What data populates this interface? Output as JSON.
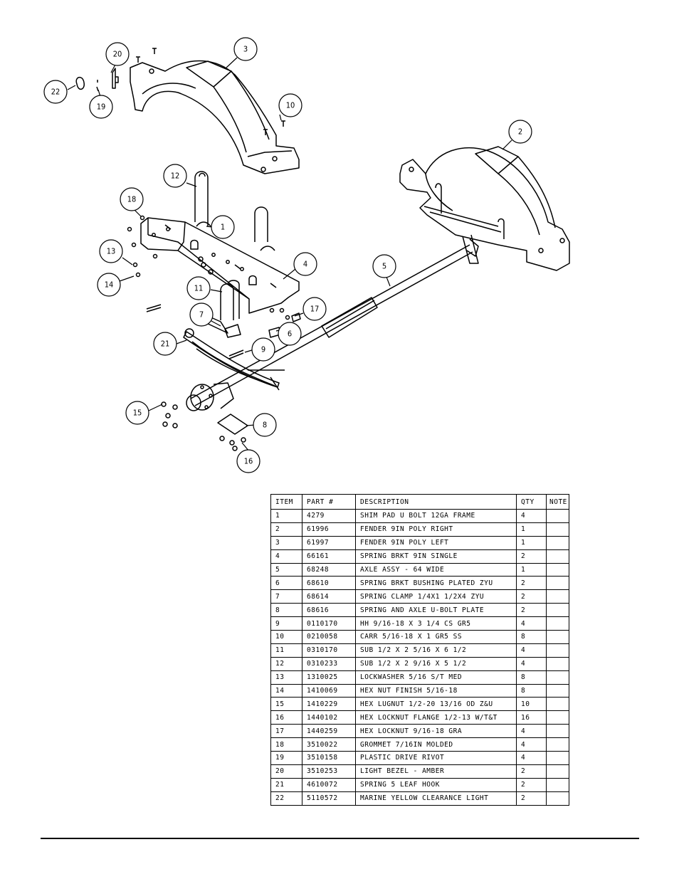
{
  "balloons": [
    "1",
    "2",
    "3",
    "4",
    "5",
    "6",
    "7",
    "8",
    "9",
    "10",
    "11",
    "12",
    "13",
    "14",
    "15",
    "16",
    "17",
    "18",
    "19",
    "20",
    "21",
    "22"
  ],
  "table": {
    "headers": {
      "item": "ITEM",
      "part": "PART #",
      "description": "DESCRIPTION",
      "qty": "QTY",
      "note": "NOTE"
    },
    "rows": [
      {
        "item": "1",
        "part": "4279",
        "description": "SHIM PAD   U BOLT 12GA FRAME",
        "qty": "4",
        "note": ""
      },
      {
        "item": "2",
        "part": "61996",
        "description": "FENDER  9IN POLY RIGHT",
        "qty": "1",
        "note": ""
      },
      {
        "item": "3",
        "part": "61997",
        "description": "FENDER  9IN POLY LEFT",
        "qty": "1",
        "note": ""
      },
      {
        "item": "4",
        "part": "66161",
        "description": "SPRING BRKT   9IN SINGLE",
        "qty": "2",
        "note": ""
      },
      {
        "item": "5",
        "part": "68248",
        "description": "AXLE ASSY - 64 WIDE",
        "qty": "1",
        "note": ""
      },
      {
        "item": "6",
        "part": "68610",
        "description": "SPRING BRKT BUSHING PLATED ZYU",
        "qty": "2",
        "note": ""
      },
      {
        "item": "7",
        "part": "68614",
        "description": "SPRING CLAMP   1/4X1 1/2X4  ZYU",
        "qty": "2",
        "note": ""
      },
      {
        "item": "8",
        "part": "68616",
        "description": "SPRING AND AXLE U-BOLT PLATE",
        "qty": "2",
        "note": ""
      },
      {
        "item": "9",
        "part": "0110170",
        "description": "HH 9/16-18 X 3 1/4 CS GR5",
        "qty": "4",
        "note": ""
      },
      {
        "item": "10",
        "part": "0210058",
        "description": "CARR 5/16-18 X 1 GR5 SS",
        "qty": "8",
        "note": ""
      },
      {
        "item": "11",
        "part": "0310170",
        "description": "SUB 1/2 X 2 5/16 X 6 1/2",
        "qty": "4",
        "note": ""
      },
      {
        "item": "12",
        "part": "0310233",
        "description": "SUB 1/2 X 2 9/16 X 5 1/2",
        "qty": "4",
        "note": ""
      },
      {
        "item": "13",
        "part": "1310025",
        "description": "LOCKWASHER 5/16 S/T MED",
        "qty": "8",
        "note": ""
      },
      {
        "item": "14",
        "part": "1410069",
        "description": "HEX NUT FINISH 5/16-18",
        "qty": "8",
        "note": ""
      },
      {
        "item": "15",
        "part": "1410229",
        "description": "HEX LUGNUT 1/2-20 13/16 OD Z&U",
        "qty": "10",
        "note": ""
      },
      {
        "item": "16",
        "part": "1440102",
        "description": "HEX LOCKNUT FLANGE 1/2-13 W/T&T",
        "qty": "16",
        "note": ""
      },
      {
        "item": "17",
        "part": "1440259",
        "description": "HEX LOCKNUT 9/16-18 GRA",
        "qty": "4",
        "note": ""
      },
      {
        "item": "18",
        "part": "3510022",
        "description": "GROMMET  7/16IN MOLDED",
        "qty": "4",
        "note": ""
      },
      {
        "item": "19",
        "part": "3510158",
        "description": "PLASTIC DRIVE RIVOT",
        "qty": "4",
        "note": ""
      },
      {
        "item": "20",
        "part": "3510253",
        "description": "LIGHT BEZEL - AMBER",
        "qty": "2",
        "note": ""
      },
      {
        "item": "21",
        "part": "4610072",
        "description": "SPRING  5 LEAF HOOK",
        "qty": "2",
        "note": ""
      },
      {
        "item": "22",
        "part": "5110572",
        "description": "MARINE YELLOW CLEARANCE LIGHT",
        "qty": "2",
        "note": ""
      }
    ]
  }
}
